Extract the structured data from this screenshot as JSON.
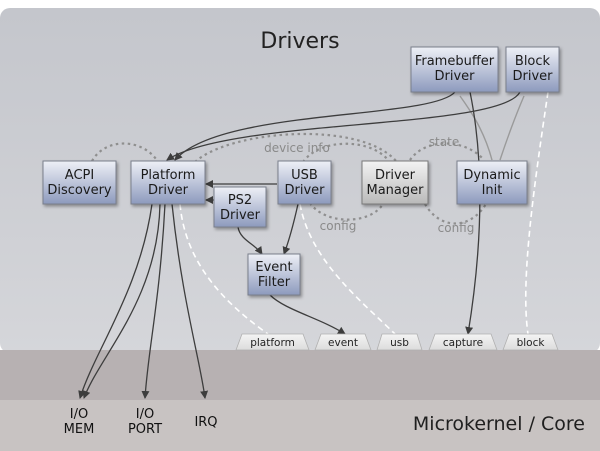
{
  "title": "Drivers",
  "core_label": "Microkernel / Core",
  "colors": {
    "background": "#c9cbd0",
    "box_fill_top": "#e8ebf3",
    "box_fill_bottom": "#8e9bbd",
    "manager_fill": "#cfcfcf",
    "edge": "#3d3d3d",
    "dashed_edge": "#ffffff",
    "gray_edge": "#9a9a9a"
  },
  "boxes": {
    "framebuffer": "Framebuffer\nDriver",
    "block": "Block\nDriver",
    "acpi": "ACPI\nDiscovery",
    "platform": "Platform\nDriver",
    "usb": "USB\nDriver",
    "manager": "Driver\nManager",
    "dynamic": "Dynamic\nInit",
    "ps2": "PS2\nDriver",
    "event_filter": "Event\nFilter"
  },
  "edge_labels": {
    "device_info": "device info",
    "state": "state",
    "config_left": "config",
    "config_right": "config"
  },
  "tags": {
    "platform": "platform",
    "event": "event",
    "usb": "usb",
    "capture": "capture",
    "block": "block"
  },
  "resources": {
    "io_mem": "I/O\nMEM",
    "io_port": "I/O\nPORT",
    "irq": "IRQ"
  }
}
